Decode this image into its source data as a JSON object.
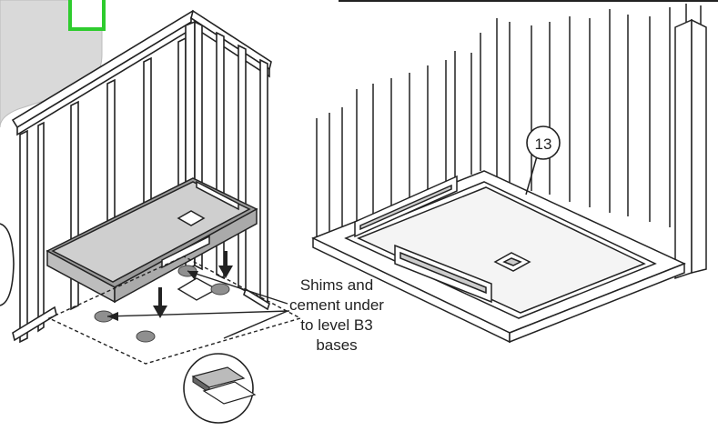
{
  "callout_number": "13",
  "note": {
    "lines": [
      "Shims and",
      "cement under",
      "to level B3",
      "bases"
    ]
  },
  "colors": {
    "line": "#222222",
    "base_fill": "#cfcfcf",
    "base_edge": "#9a9a9a",
    "panel_fill": "#d9d9d9",
    "highlight_box": "#2ecc2e",
    "shim": "#8f8f8f"
  }
}
